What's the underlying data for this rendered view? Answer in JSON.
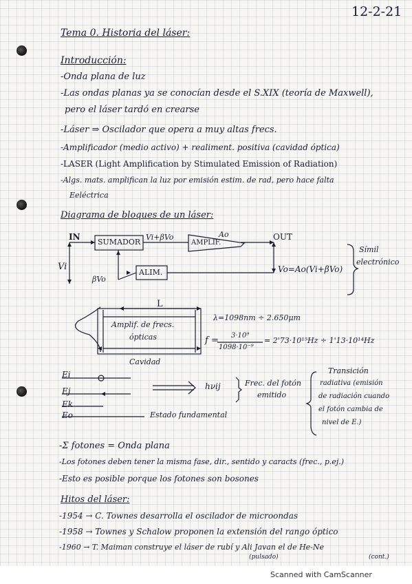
{
  "date": "12-2-21",
  "title": "Tema 0. Historia del láser:",
  "intro": {
    "heading": "Introducción:",
    "lines": [
      "-Onda plana de luz",
      "-Las ondas planas ya se conocían desde el S.XIX (teoría de Maxwell),",
      "pero el láser tardó en crearse",
      "-Láser ⇒ Oscilador que opera a muy altas frecs.",
      "-Amplificador (medio activo) + realiment. positiva (cavidad óptica)",
      "-LASER (Light Amplification by Stimulated Emission of Radiation)",
      "-Algs. mats. amplifican la luz por emisión estim. de rad, pero hace falta",
      "Eeléctrica"
    ]
  },
  "block_diagram": {
    "heading": "Diagrama de bloques de un láser:",
    "in_label": "IN",
    "out_label": "OUT",
    "sumador": "SUMADOR",
    "sum_label": "Vi+βVo",
    "amp_label": "AMPLIF.",
    "gain_label": "Ao",
    "alim_label": "ALIM.",
    "vi_label": "Vi",
    "feedback_label": "βVo",
    "equation": "Vo=Ao(Vi+βVo)",
    "similar_note": [
      "Símil",
      "electrónico"
    ]
  },
  "cavity": {
    "length_label": "L",
    "amp_text": [
      "Amplif. de frecs.",
      "ópticas"
    ],
    "cavity_label": "Cavidad",
    "lambda_eq": "λ=1098nm ÷ 2.650μm",
    "freq_lhs": "f =",
    "freq_num": "3·10⁹",
    "freq_den": "1098·10⁻⁹",
    "freq_rhs": "= 2'73·10¹⁵Hz ÷ 1'13·10¹⁴Hz"
  },
  "levels": {
    "labels": [
      "Ei",
      "Ej",
      "Ek",
      "Eo"
    ],
    "photon_label": "hνij",
    "photon_desc": [
      "Frec. del fotón",
      "emitido"
    ],
    "ground_label": "Estado fundamental",
    "transition_note": [
      "Transición",
      "radiativa (emisión",
      "de radiación cuando",
      "el fotón cambia de",
      "nivel de E.)"
    ]
  },
  "photons": [
    "-Σ fotones = Onda plana",
    "-Los fotones deben tener la misma fase, dir., sentido y caracts (frec., p.ej.)",
    "-Esto es posible porque los fotones son bosones"
  ],
  "milestones": {
    "heading": "Hitos del láser:",
    "items": [
      "-1954 → C. Townes desarrolla el oscilador de microondas",
      "-1958 → Townes y Schalow proponen la extensión del rango óptico",
      "-1960 → T. Maiman construye el láser de rubí y Ali Javan el de He-Ne"
    ],
    "note_pulsado": "(pulsado)",
    "note_cont": "(cont.)"
  },
  "scanner": "Scanned with CamScanner"
}
